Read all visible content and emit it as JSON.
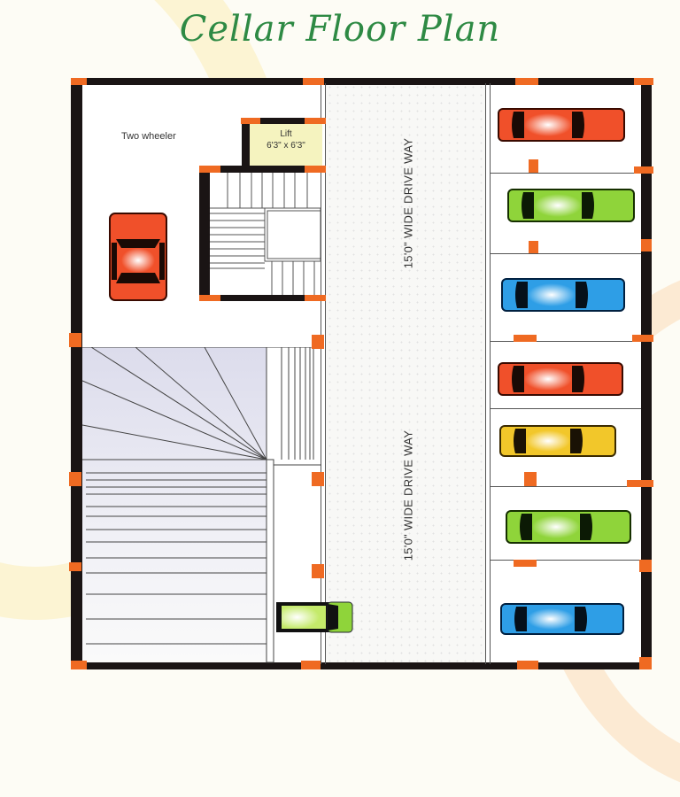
{
  "title": "Cellar Floor Plan",
  "labels": {
    "two_wheeler": "Two wheeler",
    "lift_name": "Lift",
    "lift_size": "6'3\" x 6'3\"",
    "driveway_upper": "15'0\" WIDE DRIVE WAY",
    "driveway_lower": "15'0\" WIDE DRIVE WAY"
  },
  "colors": {
    "title": "#2e8a44",
    "wall": "#1a1414",
    "column": "#ef6a22",
    "lift_fill": "#f5f3bf",
    "car_red": "#f0502a",
    "car_green": "#8fd43a",
    "car_blue": "#2e9ee6",
    "car_yellow": "#f2c72a"
  },
  "parking": {
    "left_car": {
      "color": "red",
      "orientation": "vertical"
    },
    "bottom_car": {
      "color": "green",
      "orientation": "horizontal-partial"
    },
    "right_slots": [
      {
        "slot": 1,
        "color": "red"
      },
      {
        "slot": 2,
        "color": "green"
      },
      {
        "slot": 3,
        "color": "blue"
      },
      {
        "slot": 4,
        "color": "red"
      },
      {
        "slot": 5,
        "color": "yellow"
      },
      {
        "slot": 6,
        "color": "green"
      },
      {
        "slot": 7,
        "color": "blue"
      }
    ]
  }
}
